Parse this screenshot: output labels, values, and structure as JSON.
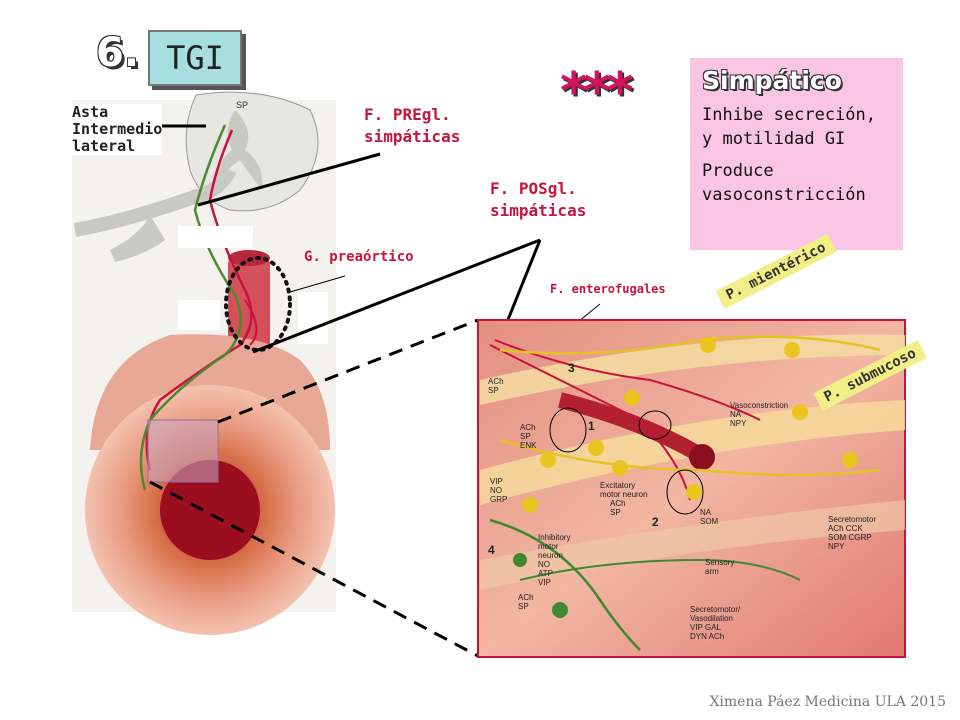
{
  "slide": {
    "number": "6.",
    "tag": "TGI",
    "marker": "***"
  },
  "info_box": {
    "title": "Simpático",
    "line1": "Inhibe secreción, y motilidad GI",
    "line2": "Produce vasoconstricción"
  },
  "labels": {
    "asta": [
      "Asta",
      "Intermedio",
      "lateral"
    ],
    "pregl": [
      "F. PREgl.",
      "simpáticas"
    ],
    "posgl": [
      "F. POSgl.",
      "simpáticas"
    ],
    "ganglion": "G. preaórtico",
    "enterofugal": "F. enterofugales",
    "myenteric": "P. mientérico",
    "submucosal": "P. submucoso"
  },
  "inset_labels": {
    "vasoconstriction": [
      "Vasoconstriction",
      "NA",
      "NPY"
    ],
    "excitatory": [
      "Excitatory",
      "motor neuron",
      "ACh",
      "SP"
    ],
    "inhibitory": [
      "Inhibitory",
      "motor",
      "neuron",
      "NO",
      "ATP",
      "VIP"
    ],
    "sensory": [
      "Sensory",
      "arm"
    ],
    "secretomotor_vaso": [
      "Secretomotor/",
      "Vasodilation",
      "VIP   GAL",
      "DYN   ACh"
    ],
    "secretomotor": [
      "Secretomotor",
      "ACh   CCK",
      "SOM   CGRP",
      "NPY"
    ],
    "na_som": [
      "NA",
      "SOM"
    ],
    "ach_sp_top": [
      "ACh",
      "SP"
    ],
    "ach_sp_enk": [
      "ACh",
      "SP",
      "ENK"
    ],
    "vip_no_grp": [
      "VIP",
      "NO",
      "GRP"
    ],
    "ach_sp_bottom": [
      "ACh",
      "SP"
    ],
    "numbers": [
      "1",
      "2",
      "3",
      "4"
    ]
  },
  "spinal": {
    "sp": "SP"
  },
  "credit": "Ximena Páez Medicina ULA 2015",
  "colors": {
    "red_label": "#c8143c",
    "info_bg": "#f9c5e3",
    "tag_bg": "#a7dfe0",
    "plexus_bg": "#f3ef88"
  }
}
